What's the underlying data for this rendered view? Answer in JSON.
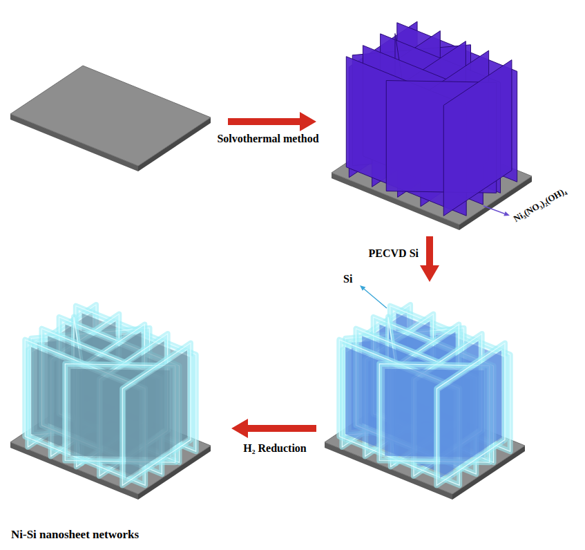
{
  "diagram": {
    "labels": [
      "Solvothermal method",
      "Ni₃(NO₃)₂(OH)₄",
      "PECVD Si",
      "Si",
      "H₂ Reduction",
      "Ni-Si nanosheet networks"
    ]
  }
}
